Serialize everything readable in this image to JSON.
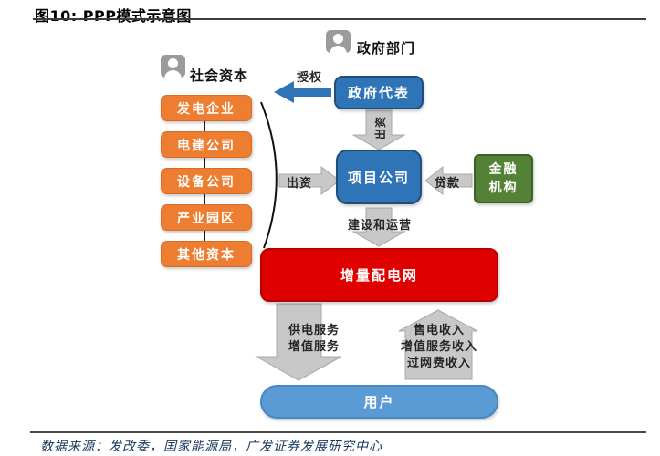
{
  "title": "图10:  PPP模式示意图",
  "actors": {
    "social_capital": "社会资本",
    "government": "政府部门"
  },
  "capital_sources": [
    "发电企业",
    "电建公司",
    "设备公司",
    "产业园区",
    "其他资本"
  ],
  "nodes": {
    "gov_rep": "政府代表",
    "project_company": "项目公司",
    "financial_institution": [
      "金融",
      "机构"
    ],
    "incremental_grid": "增量配电网",
    "users": "用户"
  },
  "edges": {
    "authorize": "授权",
    "gov_invest": "出资",
    "social_invest": "出资",
    "loan": "贷款",
    "build_operate": "建设和运营",
    "services": [
      "供电服务",
      "增值服务"
    ],
    "revenues": [
      "售电收入",
      "增值服务收入",
      "过网费收入"
    ]
  },
  "source_note": "数据来源：发改委，国家能源局，广发证券发展研究中心",
  "colors": {
    "box_blue": "#2E74B6",
    "box_orange": "#ED7D31",
    "box_green": "#538135",
    "box_red": "#DF0000",
    "box_light_blue": "#5B9BD5",
    "arrow_gray": "#C8C8C8",
    "arrow_blue": "#2E74B6"
  }
}
